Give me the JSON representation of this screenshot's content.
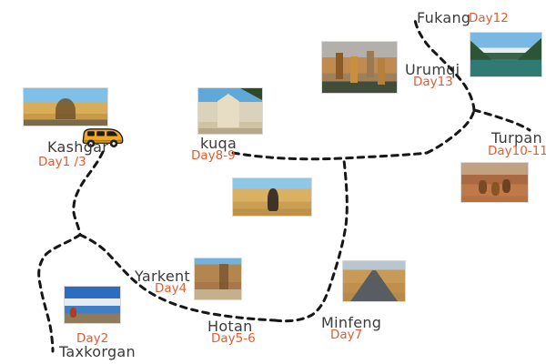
{
  "colors": {
    "background": "#ffffff",
    "city_label": "#3a3a3a",
    "day_label": "#dd5f33",
    "route": "#161616",
    "vehicle_body": "#f6a81d",
    "vehicle_dark": "#1c1c1c"
  },
  "vehicle": {
    "icon": "van-icon"
  },
  "locations": [
    {
      "id": "kashgar",
      "name": "Kashgar",
      "day": "Day1 /3",
      "photo": {
        "icon": "kashgar-mosque-photo",
        "palette": [
          "#7fc0e8",
          "#d9ad58",
          "#c79a48",
          "#7d6a4a"
        ]
      }
    },
    {
      "id": "taxkorgan",
      "name": "Taxkorgan",
      "day": "Day2",
      "photo": {
        "icon": "karakul-lake-photo",
        "palette": [
          "#2d6cbe",
          "#e4ecf1",
          "#3f7fc6",
          "#8f7b5c"
        ]
      }
    },
    {
      "id": "yarkent",
      "name": "Yarkent",
      "day": "Day4",
      "photo": {
        "icon": "old-town-street-photo",
        "palette": [
          "#74b2de",
          "#b3854f",
          "#a6784a",
          "#c6af8d"
        ]
      }
    },
    {
      "id": "hotan",
      "name": "Hotan",
      "day": "Day5-6"
    },
    {
      "id": "minfeng",
      "name": "Minfeng",
      "day": "Day7",
      "photo": {
        "icon": "desert-highway-photo",
        "palette": [
          "#b7c6d0",
          "#c89a55",
          "#c08f4c",
          "#b58a4a"
        ]
      }
    },
    {
      "id": "kuqa",
      "name": "kuqa",
      "day": "Day8-9",
      "photo": {
        "icon": "kuqa-mosque-photo",
        "palette": [
          "#5ea8da",
          "#dbd2bb",
          "#cfc3a6",
          "#b5a88c"
        ]
      },
      "photo2": {
        "icon": "canyon-statue-photo",
        "palette": [
          "#90c6e6",
          "#d8b262",
          "#c9a052",
          "#bd9147"
        ]
      }
    },
    {
      "id": "turpan",
      "name": "Turpan",
      "day": "Day10-11",
      "photo": {
        "icon": "desert-camels-photo",
        "palette": [
          "#c2a183",
          "#a96a41",
          "#c07a49",
          "#b5713f"
        ]
      }
    },
    {
      "id": "fukang",
      "name": "Fukang",
      "day": "Day12",
      "photo": {
        "icon": "tianchi-lake-photo",
        "palette": [
          "#7ab8e4",
          "#e8eef0",
          "#39624a",
          "#2f7a72"
        ]
      }
    },
    {
      "id": "urumqi",
      "name": "Urumqi",
      "day": "Day13",
      "photo": {
        "icon": "city-skyline-photo",
        "palette": [
          "#b3b0ac",
          "#c18a50",
          "#a08058",
          "#414c3a"
        ]
      }
    }
  ]
}
